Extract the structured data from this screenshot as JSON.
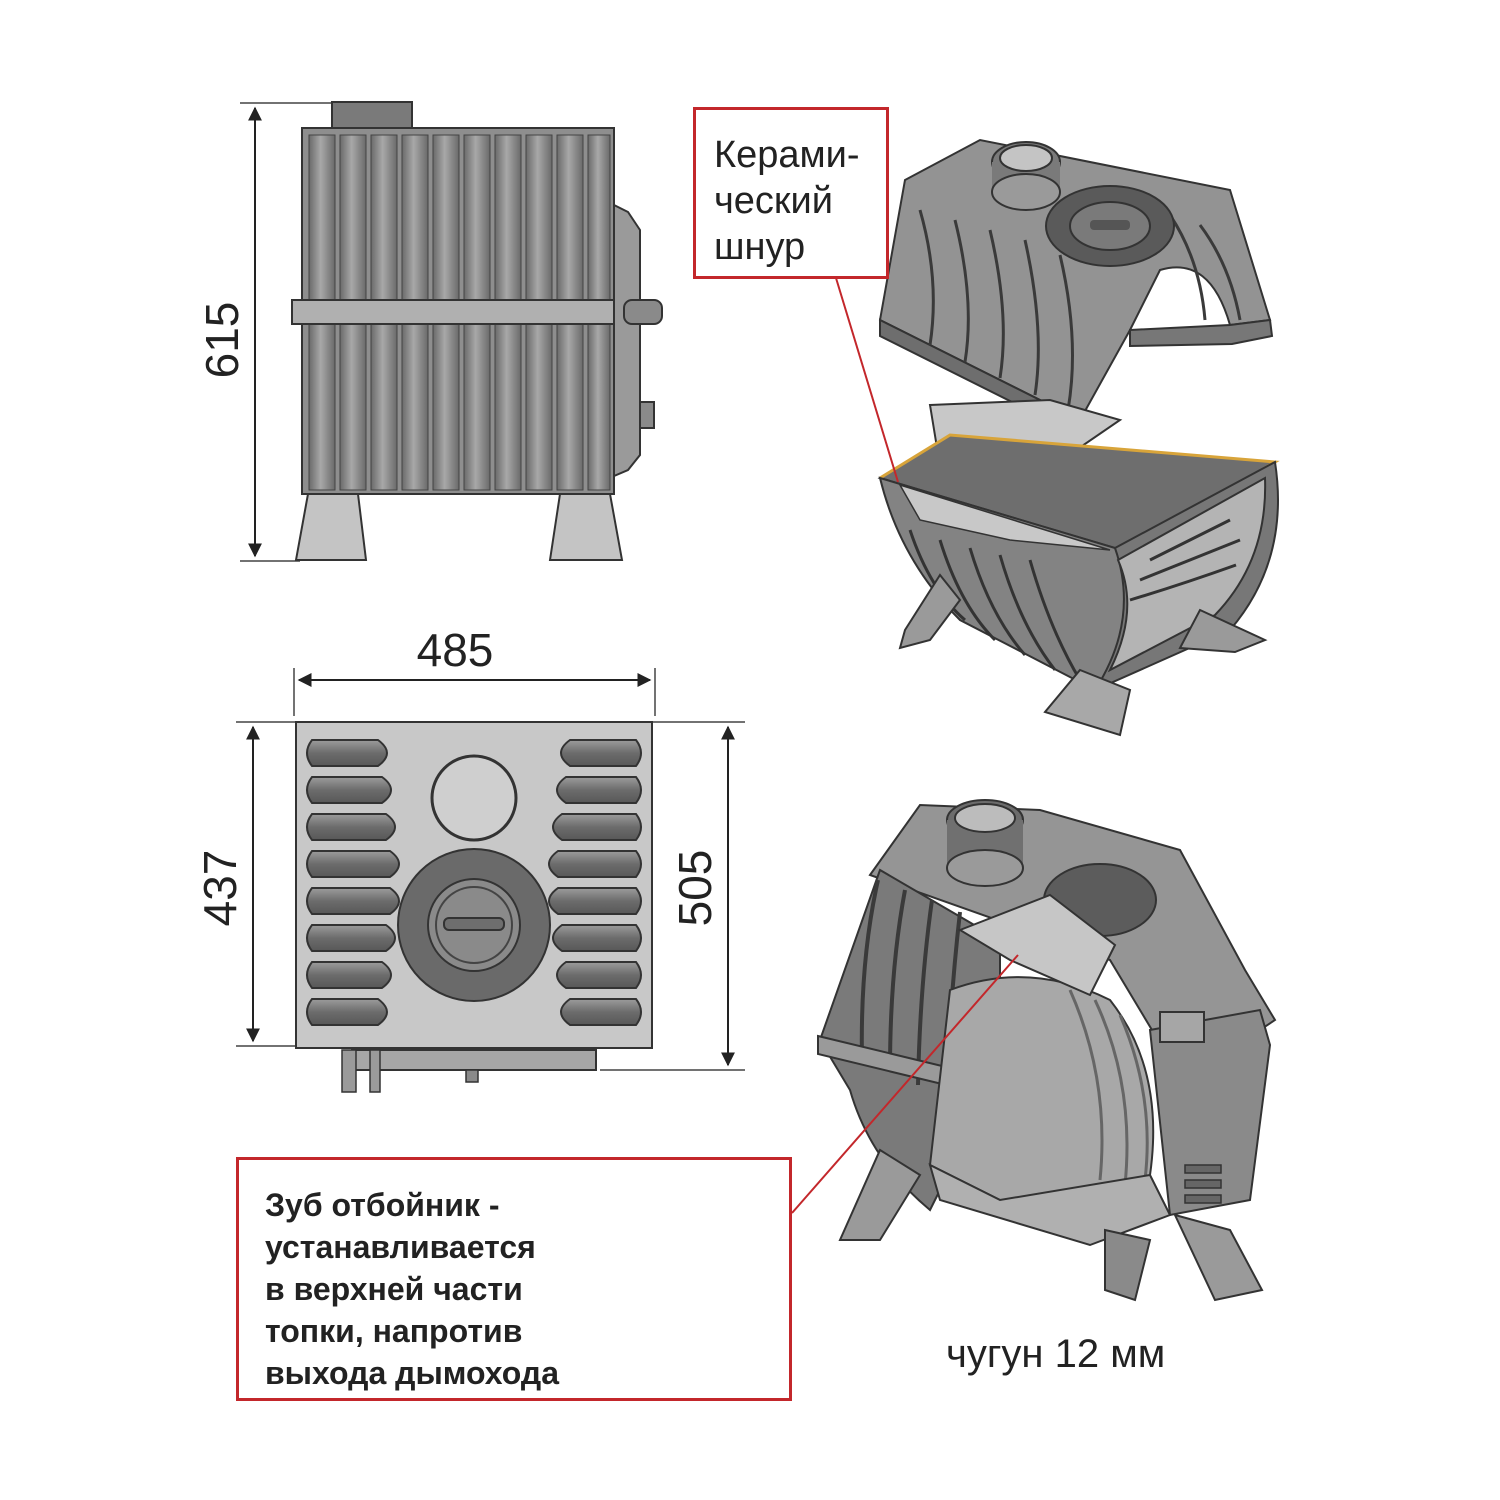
{
  "dimensions": {
    "height_total": "615",
    "width": "485",
    "depth_body": "437",
    "depth_total": "505"
  },
  "callouts": {
    "ceramic_cord": "Керами-\nческий\nшнур",
    "deflector": "Зуб отбойник -\nустанавливается\nв верхней части\nтопки, напротив\nвыхода дымохода"
  },
  "material_note": "чугун 12 мм",
  "colors": {
    "metal_light": "#b4b4b4",
    "metal_mid": "#8c8c8c",
    "metal_dark": "#5f5f5f",
    "outline": "#2e2e2e",
    "callout_red": "#c3272b",
    "cord_gold": "#d8a43a"
  }
}
